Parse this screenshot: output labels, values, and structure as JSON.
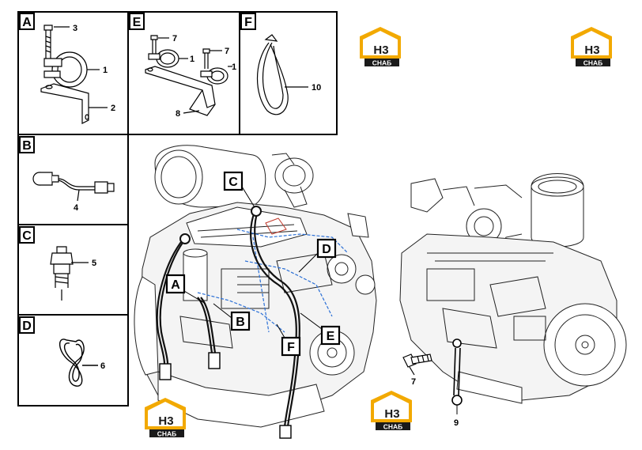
{
  "panels": {
    "A": {
      "letter": "A",
      "callouts": [
        "3",
        "1",
        "2"
      ]
    },
    "E": {
      "letter": "E",
      "callouts": [
        "7",
        "1",
        "7",
        "1",
        "8"
      ]
    },
    "F": {
      "letter": "F",
      "callouts": [
        "10"
      ]
    },
    "B": {
      "letter": "B",
      "callouts": [
        "4"
      ]
    },
    "C": {
      "letter": "C",
      "callouts": [
        "5"
      ]
    },
    "D": {
      "letter": "D",
      "callouts": [
        "6"
      ]
    }
  },
  "engine_tags": [
    "C",
    "D",
    "A",
    "B",
    "E",
    "F"
  ],
  "loose_parts": {
    "bolt": "7",
    "ground_strap": "9"
  },
  "watermark": {
    "top": "H3",
    "bottom": "СНАБ",
    "accent": "#f2a900",
    "dark": "#1a1a1a"
  }
}
